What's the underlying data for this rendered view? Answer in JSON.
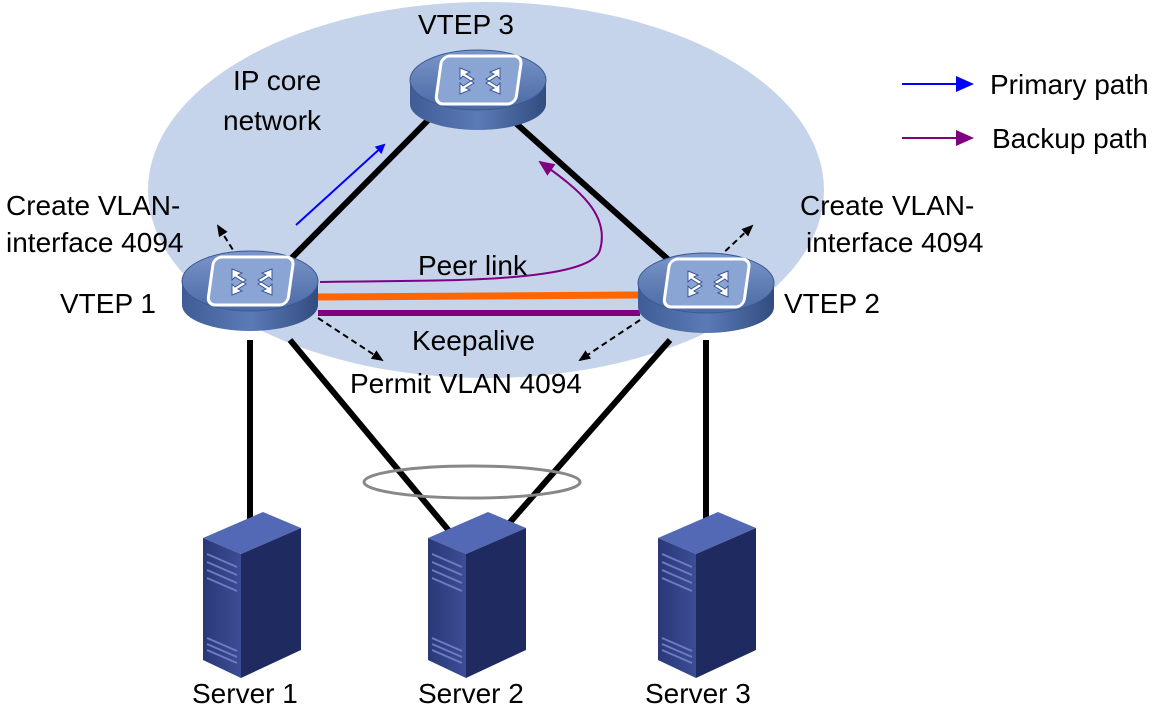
{
  "cloud": {
    "label_line1": "IP core",
    "label_line2": "network"
  },
  "devices": {
    "vtep1": "VTEP 1",
    "vtep2": "VTEP 2",
    "vtep3": "VTEP 3"
  },
  "servers": {
    "s1": "Server 1",
    "s2": "Server 2",
    "s3": "Server 3"
  },
  "annotations": {
    "left_create_line1": "Create VLAN-",
    "left_create_line2": "interface 4094",
    "right_create_line1": "Create VLAN-",
    "right_create_line2": "interface 4094",
    "peer_link": "Peer link",
    "keepalive": "Keepalive",
    "permit_vlan": "Permit VLAN 4094"
  },
  "legend": {
    "primary": "Primary path",
    "backup": "Backup path"
  },
  "colors": {
    "cloud": "#c5d4ea",
    "primary": "#0000ff",
    "backup": "#800080",
    "peer_link": "#ff6600",
    "keepalive": "#800080",
    "device": "#4f6ea6",
    "server": "#2c3a7a"
  }
}
